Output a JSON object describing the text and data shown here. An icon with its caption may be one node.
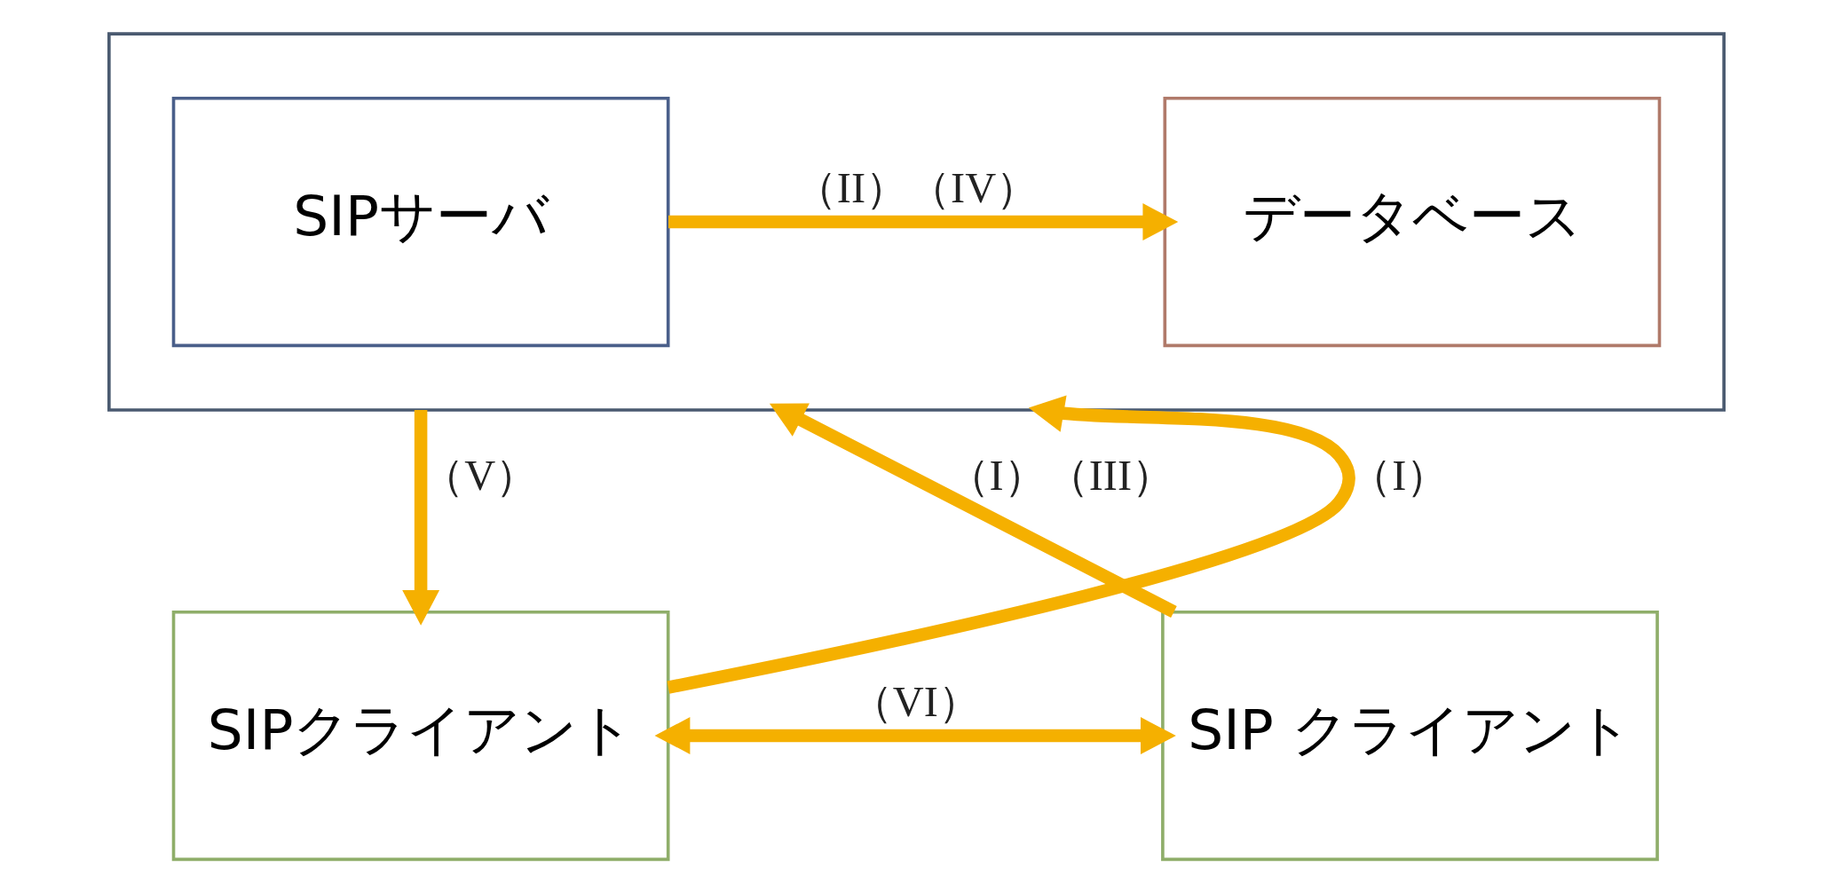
{
  "diagram": {
    "nodes": [
      {
        "text": [],
        "shape": "box"
      },
      {
        "text": [
          "SIPサーバ"
        ],
        "in": 0
      },
      {
        "text": [
          "データベース"
        ],
        "in": 0
      },
      {
        "text": [
          "SIP クライアント"
        ]
      },
      {
        "text": [
          "SIPクライアント"
        ]
      }
    ],
    "edges": [
      {
        "from": 1,
        "to": 2,
        "arrow": "to",
        "label": "（II）（IV）"
      },
      {
        "from": 3,
        "to": 0,
        "arrow": "to",
        "label": "（I）（III）"
      },
      {
        "from": 0,
        "to": 4,
        "arrow": "to",
        "label": "（V）"
      },
      {
        "from": 4,
        "to": 0,
        "arrow": "to",
        "label": "（I）"
      },
      {
        "from": 3,
        "to": 4,
        "arrow": "both",
        "label": "（VI）"
      }
    ]
  }
}
